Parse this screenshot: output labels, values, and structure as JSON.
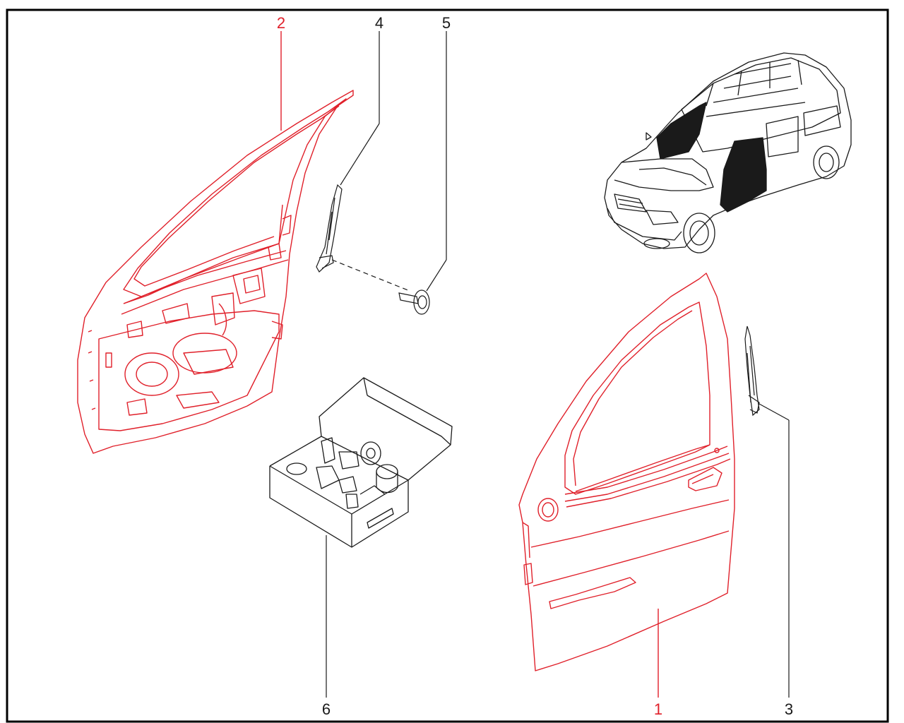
{
  "diagram": {
    "callouts": [
      {
        "id": "door-shell-outer",
        "label": "1",
        "highlighted": true
      },
      {
        "id": "door-shell-inner",
        "label": "2",
        "highlighted": true
      },
      {
        "id": "rear-guide",
        "label": "3",
        "highlighted": false
      },
      {
        "id": "front-guide",
        "label": "4",
        "highlighted": false
      },
      {
        "id": "screw",
        "label": "5",
        "highlighted": false
      },
      {
        "id": "fitting-kit",
        "label": "6",
        "highlighted": false
      }
    ],
    "colors": {
      "highlight": "#e0202a",
      "line": "#1a1a1a",
      "frame": "#000000",
      "background": "#ffffff"
    }
  }
}
